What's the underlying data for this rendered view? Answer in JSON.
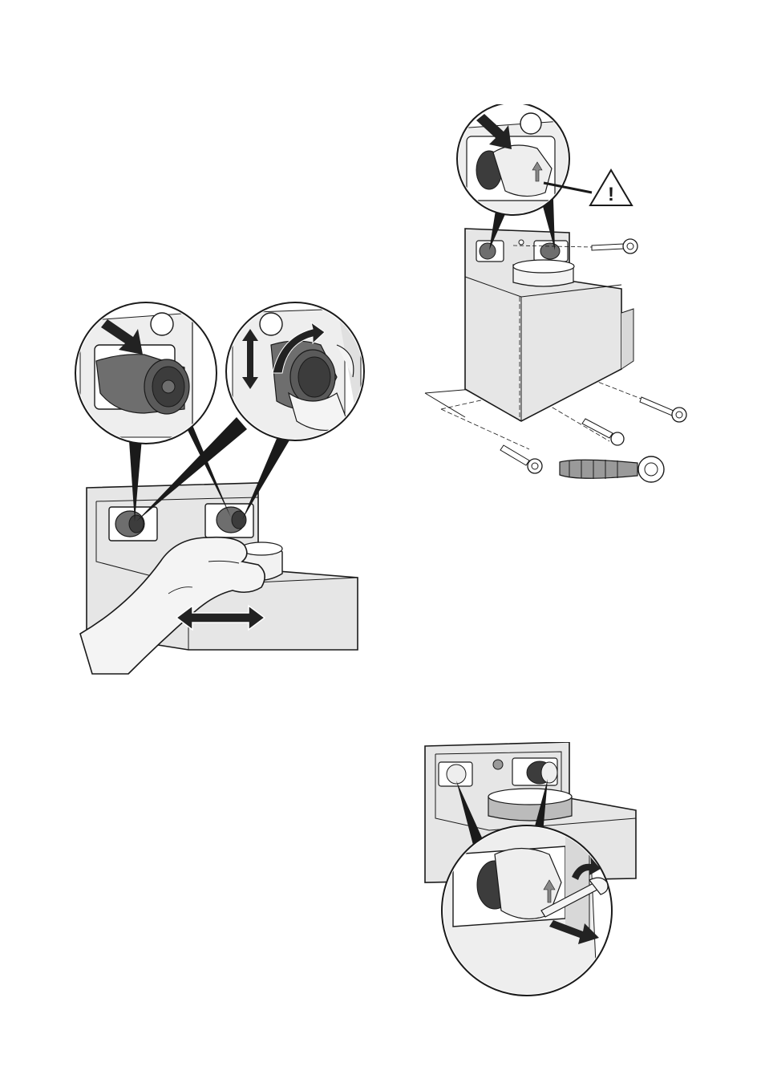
{
  "figures": [
    {
      "id": "fig-1",
      "description_icons": [
        "push-arrow-icon",
        "rotate-arrow-icon",
        "height-adjust-arrow-icon",
        "slide-arrow-icon",
        "hand-icon"
      ]
    },
    {
      "id": "fig-2",
      "description_icons": [
        "push-arrow-icon",
        "warning-triangle-icon",
        "screw-icon",
        "wall-plug-icon"
      ]
    },
    {
      "id": "fig-3",
      "description_icons": [
        "screwdriver-icon",
        "pull-arrow-icon",
        "rotate-arrow-icon"
      ]
    }
  ],
  "warning_symbol": "!",
  "colors": {
    "line": "#1a1a1a",
    "panel": "#e6e6e6",
    "panel_dark": "#cfcfcf",
    "fitting": "#6e6e6e",
    "fitting_dark": "#3c3c3c",
    "arrow": "#222222"
  }
}
